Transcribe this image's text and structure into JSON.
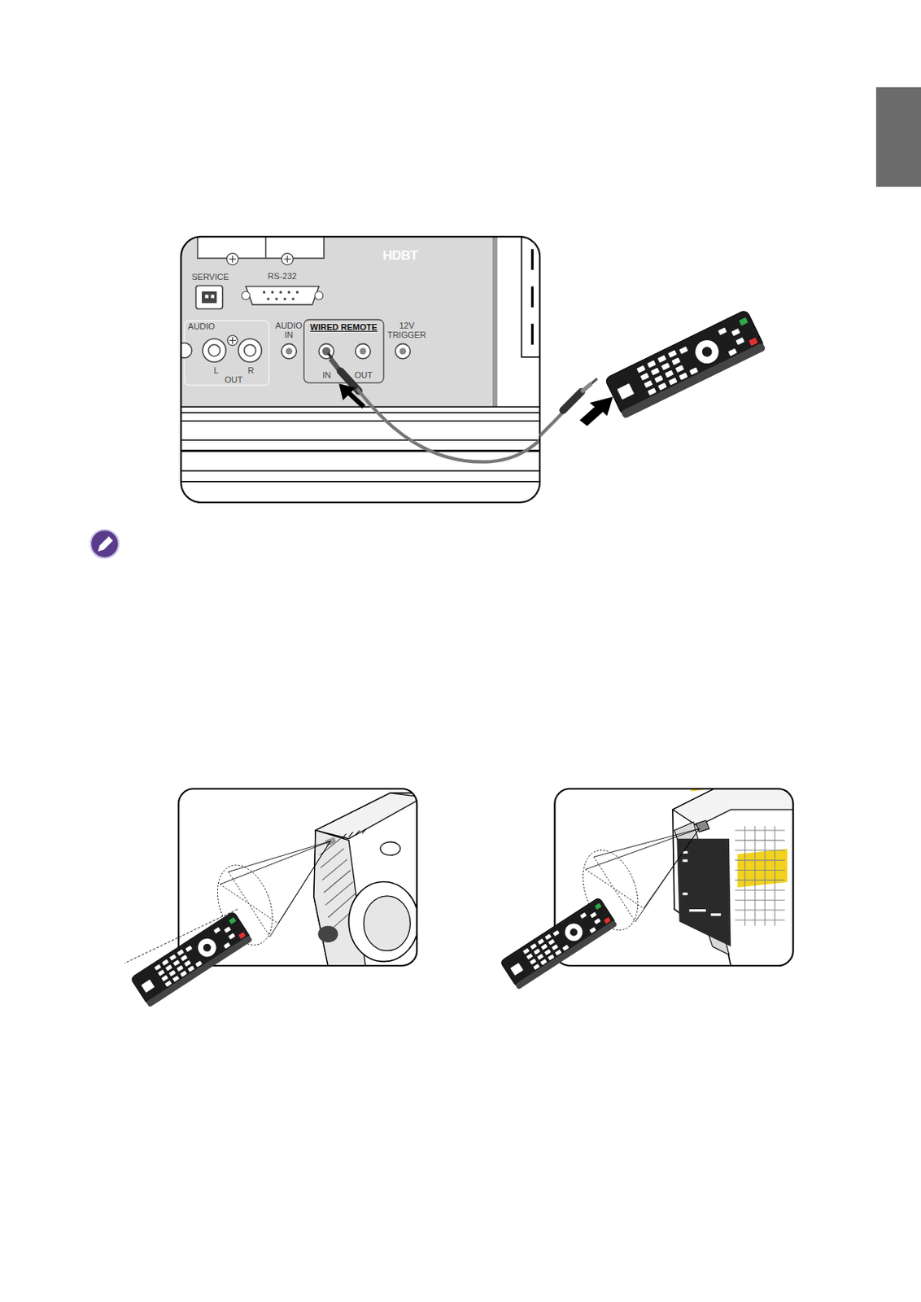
{
  "diagram": {
    "labels": [
      "HDBT",
      "SERVICE",
      "RS-232",
      "AUDIO",
      "L",
      "R",
      "OUT",
      "AUDIO IN",
      "WIRED REMOTE",
      "IN",
      "OUT",
      "12V TRIGGER"
    ]
  }
}
